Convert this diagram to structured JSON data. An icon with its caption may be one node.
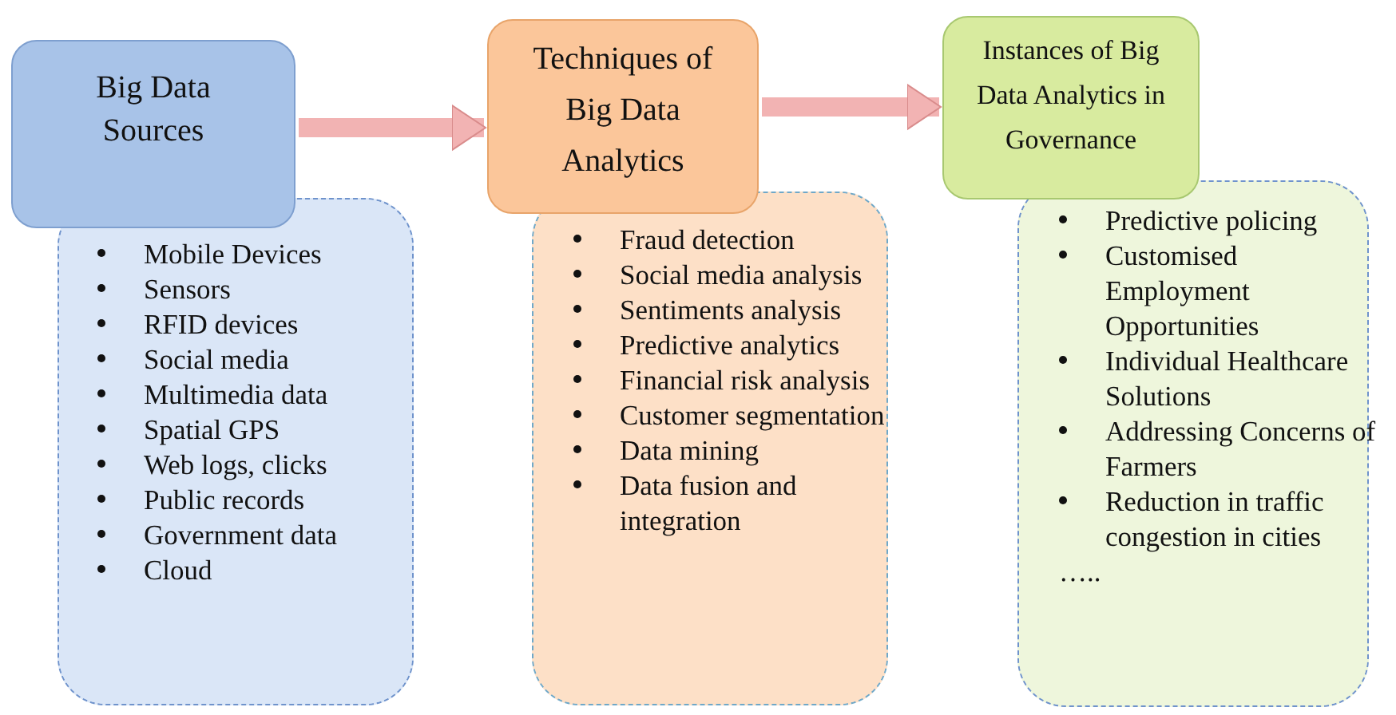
{
  "diagram": {
    "nodes": [
      {
        "text": [
          "Big Data Sources"
        ]
      },
      {
        "text": [
          "Mobile Devices",
          "Sensors",
          "RFID devices",
          "Social media",
          "Multimedia data",
          "Spatial GPS",
          "Web logs, clicks",
          "Public records",
          "Government data",
          "Cloud"
        ]
      },
      {
        "text": [
          "Techniques of Big Data Analytics"
        ]
      },
      {
        "text": [
          "Fraud detection",
          "Social media analysis",
          "Sentiments analysis",
          "Predictive analytics",
          "Financial risk analysis",
          "Customer segmentation",
          "Data mining",
          "Data fusion and integration"
        ]
      },
      {
        "text": [
          "Instances of Big Data Analytics in Governance"
        ]
      },
      {
        "text": [
          "Predictive policing",
          "Customised Employment Opportunities",
          "Individual Healthcare Solutions",
          "Addressing Concerns of Farmers",
          "Reduction in traffic congestion in cities",
          "….."
        ]
      }
    ],
    "edges": [
      {
        "from": 0,
        "to": 2,
        "arrow": "to"
      },
      {
        "from": 2,
        "to": 4,
        "arrow": "to"
      }
    ]
  }
}
